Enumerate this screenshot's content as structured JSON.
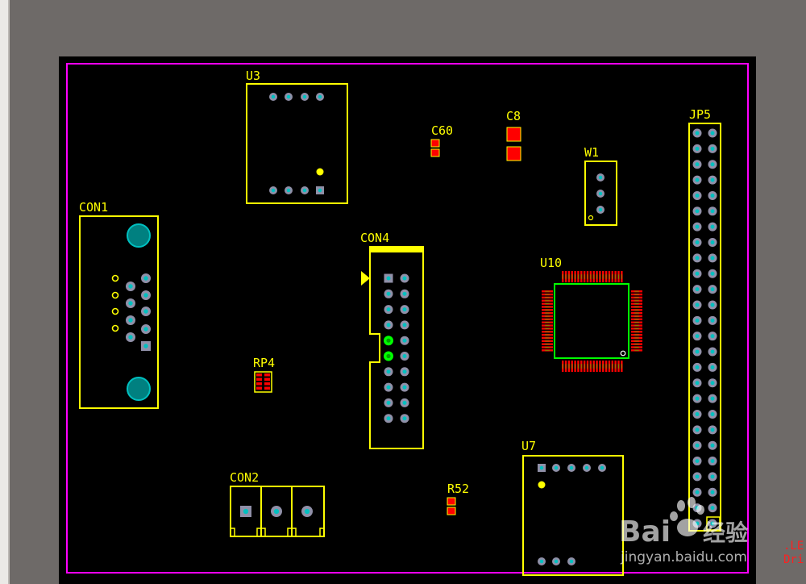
{
  "colors": {
    "board": "#000000",
    "outline": "#ff00ff",
    "silkscreen": "#ffff00",
    "pad_copper": "#ff0000",
    "through_hole_pad": "#9090a8",
    "drill": "#00c0c0",
    "mount_hole": "#008080",
    "highlight": "#00ff00",
    "background": "#6e6a68"
  },
  "components": {
    "u3": {
      "ref": "U3"
    },
    "c60": {
      "ref": "C60"
    },
    "c8": {
      "ref": "C8"
    },
    "w1": {
      "ref": "W1"
    },
    "jp5": {
      "ref": "JP5"
    },
    "con1": {
      "ref": "CON1"
    },
    "con4": {
      "ref": "CON4"
    },
    "u10": {
      "ref": "U10"
    },
    "rp4": {
      "ref": "RP4"
    },
    "con2": {
      "ref": "CON2"
    },
    "r52": {
      "ref": "R52"
    },
    "u7": {
      "ref": "U7"
    }
  },
  "watermark": {
    "brand": "Bai",
    "brand_cn": "经验",
    "url": "jingyan.baidu.com"
  },
  "edge_text": {
    "line1": ".LE",
    "line2": "Dri"
  }
}
